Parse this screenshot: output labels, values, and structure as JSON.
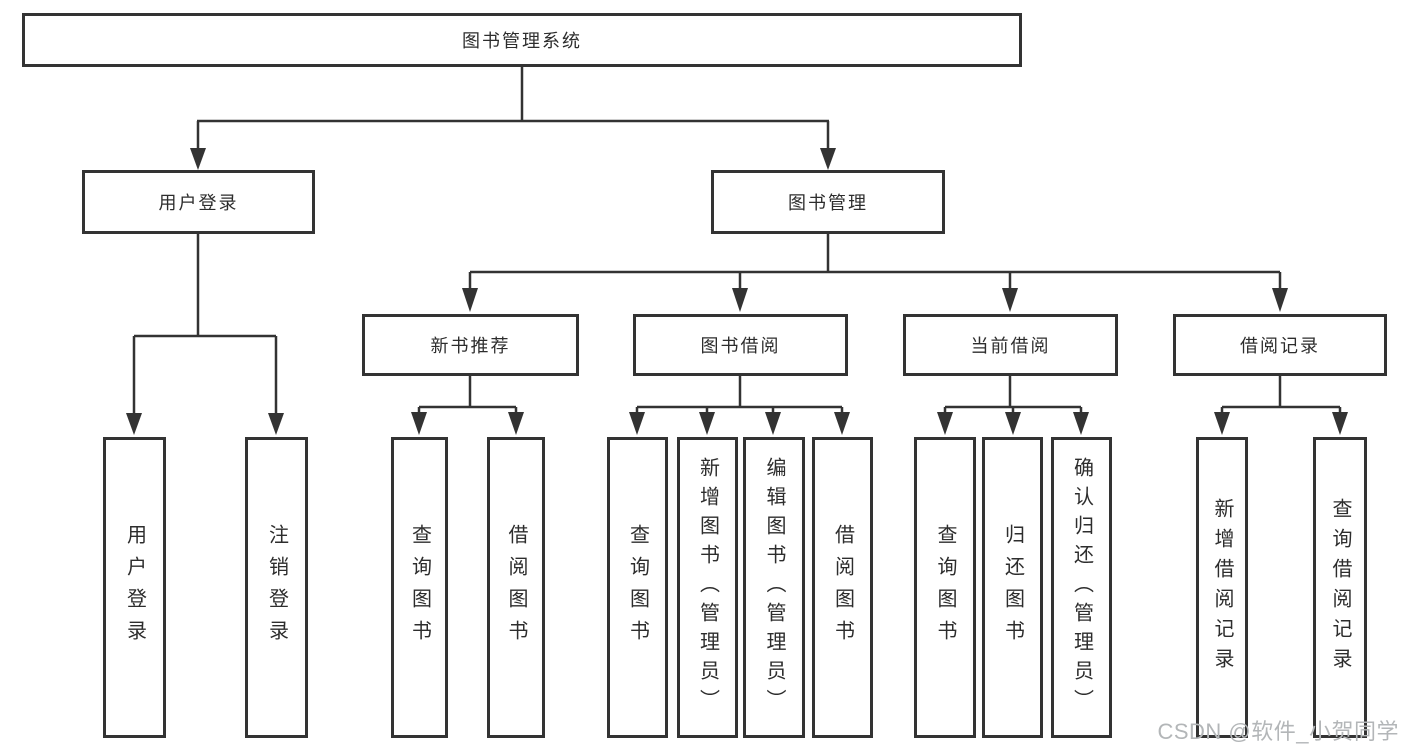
{
  "diagram": {
    "root": {
      "label": "图书管理系统"
    },
    "level2": [
      {
        "label": "用户登录"
      },
      {
        "label": "图书管理"
      }
    ],
    "level3": [
      {
        "label": "新书推荐"
      },
      {
        "label": "图书借阅"
      },
      {
        "label": "当前借阅"
      },
      {
        "label": "借阅记录"
      }
    ],
    "leaves": {
      "user_login": [
        "用户登录",
        "注销登录"
      ],
      "new_book_recommend": [
        "查询图书",
        "借阅图书"
      ],
      "book_borrowing": [
        "查询图书",
        "新增图书（管理员）",
        "编辑图书（管理员）",
        "借阅图书"
      ],
      "current_borrowing": [
        "查询图书",
        "归还图书",
        "确认归还（管理员）"
      ],
      "borrowing_records": [
        "新增借阅记录",
        "查询借阅记录"
      ]
    }
  },
  "watermark": {
    "text": "CSDN @软件_小贺同学"
  },
  "colors": {
    "line": "#333333",
    "box_border": "#333333",
    "text": "#2d2d2d",
    "background": "#ffffff",
    "watermark": "#b3b6b8"
  }
}
